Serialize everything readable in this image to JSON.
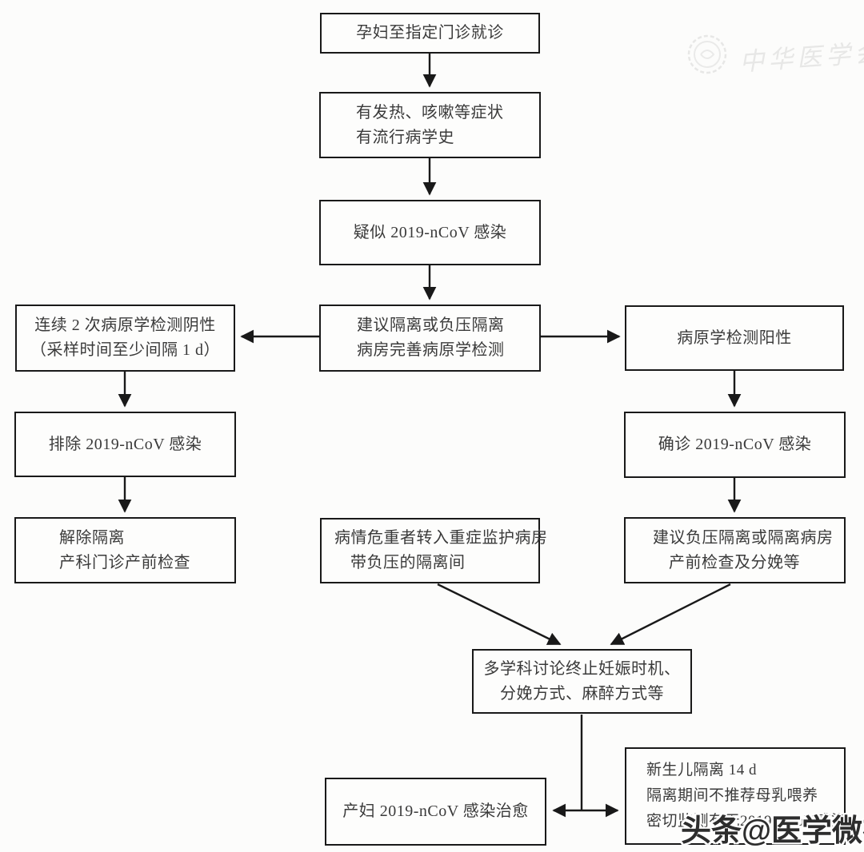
{
  "diagram": {
    "language": "zh-CN",
    "topic": "孕产妇 2019-nCoV 感染门诊筛查与处置流程",
    "nodes": {
      "visit": {
        "lines": [
          "孕妇至指定门诊就诊"
        ]
      },
      "symptoms": {
        "lines": [
          "有发热、咳嗽等症状",
          "有流行病学史"
        ]
      },
      "suspected": {
        "lines": [
          "疑似 2019-nCoV 感染"
        ]
      },
      "isolation": {
        "lines": [
          "建议隔离或负压隔离",
          "病房完善病原学检测"
        ]
      },
      "negative": {
        "lines": [
          "连续 2 次病原学检测阴性",
          "（采样时间至少间隔 1 d）"
        ]
      },
      "positive": {
        "lines": [
          "病原学检测阳性"
        ]
      },
      "excluded": {
        "lines": [
          "排除 2019-nCoV 感染"
        ]
      },
      "release": {
        "lines": [
          "解除隔离",
          "产科门诊产前检查"
        ]
      },
      "confirmed": {
        "lines": [
          "确诊 2019-nCoV 感染"
        ]
      },
      "negpressure": {
        "lines": [
          "建议负压隔离或隔离病房",
          "产前检查及分娩等"
        ]
      },
      "critical": {
        "lines": [
          "病情危重者转入重症监护病房",
          "带负压的隔离间"
        ]
      },
      "mdt": {
        "lines": [
          "多学科讨论终止妊娠时机、",
          "分娩方式、麻醉方式等"
        ]
      },
      "cured": {
        "lines": [
          "产妇 2019-nCoV 感染治愈"
        ]
      },
      "newborn": {
        "lines": [
          "新生儿隔离 14 d",
          "隔离期间不推荐母乳喂养",
          "密切监测有无2019-nCoV感染"
        ]
      }
    },
    "watermarks": {
      "logo_text": "中华医学会",
      "credit": "头条@医学微视"
    },
    "colors": {
      "box_border": "#191919",
      "text": "#3a3a3a",
      "background": "#fcfcfb",
      "watermark_light": "#e7e7e6",
      "watermark_credit": "#2d2d2d"
    }
  }
}
